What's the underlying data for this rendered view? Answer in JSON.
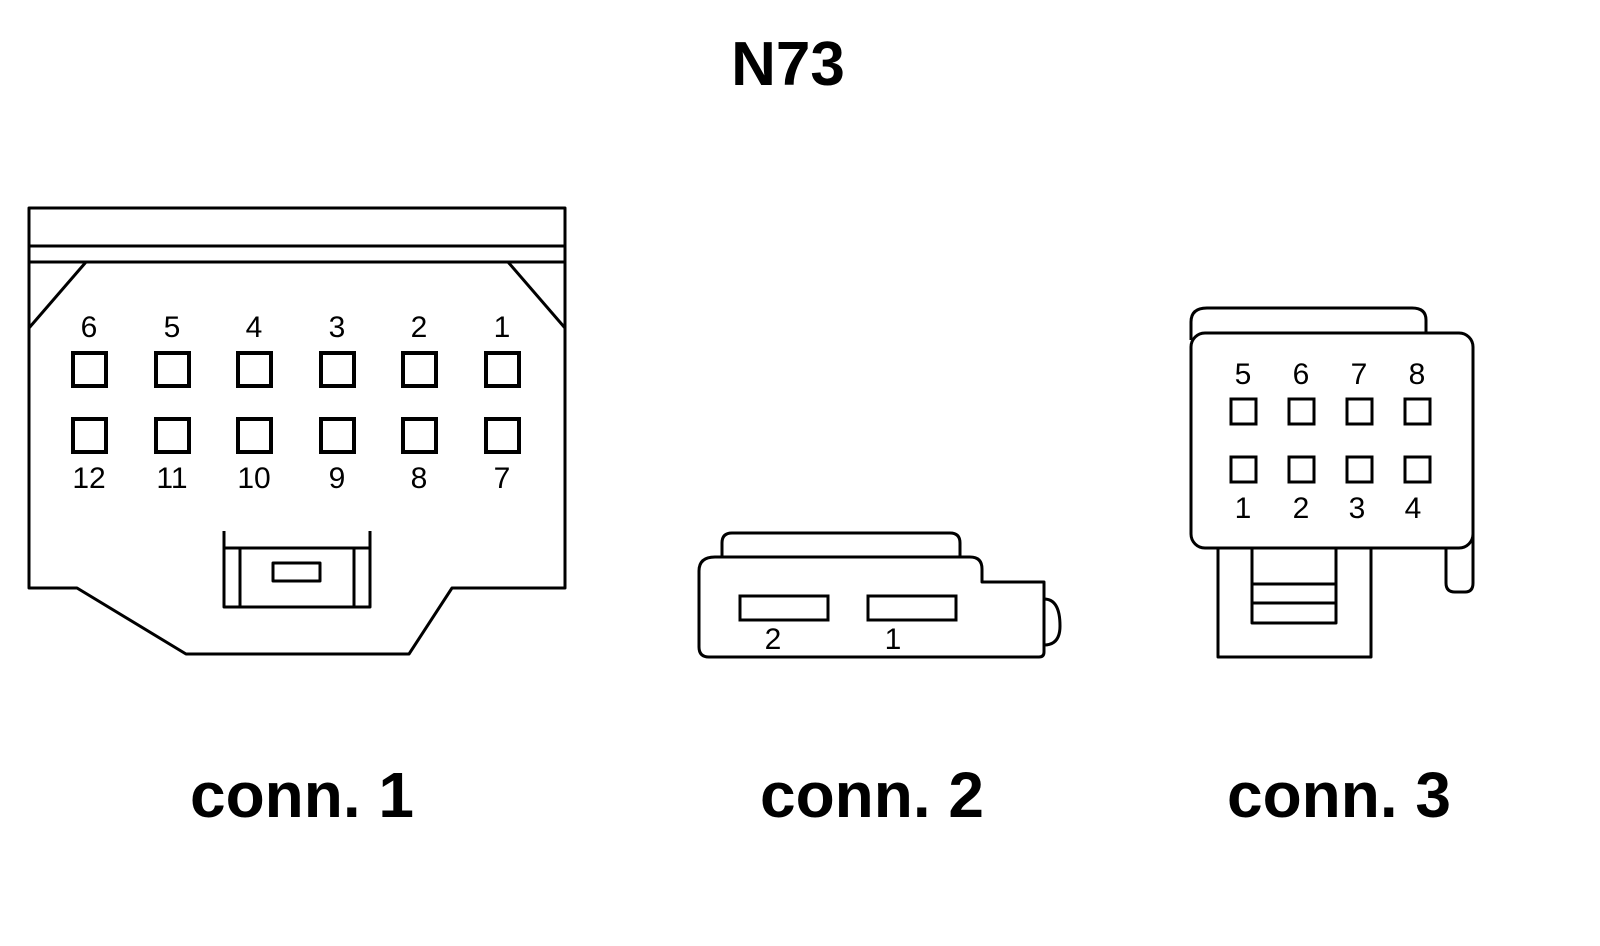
{
  "diagram": {
    "title": "N73",
    "connectors": [
      {
        "label": "conn. 1",
        "top_row": [
          "6",
          "5",
          "4",
          "3",
          "2",
          "1"
        ],
        "bottom_row": [
          "12",
          "11",
          "10",
          "9",
          "8",
          "7"
        ]
      },
      {
        "label": "conn. 2",
        "pins": [
          "2",
          "1"
        ]
      },
      {
        "label": "conn. 3",
        "top_row": [
          "5",
          "6",
          "7",
          "8"
        ],
        "bottom_row": [
          "1",
          "2",
          "3",
          "4"
        ]
      }
    ]
  }
}
